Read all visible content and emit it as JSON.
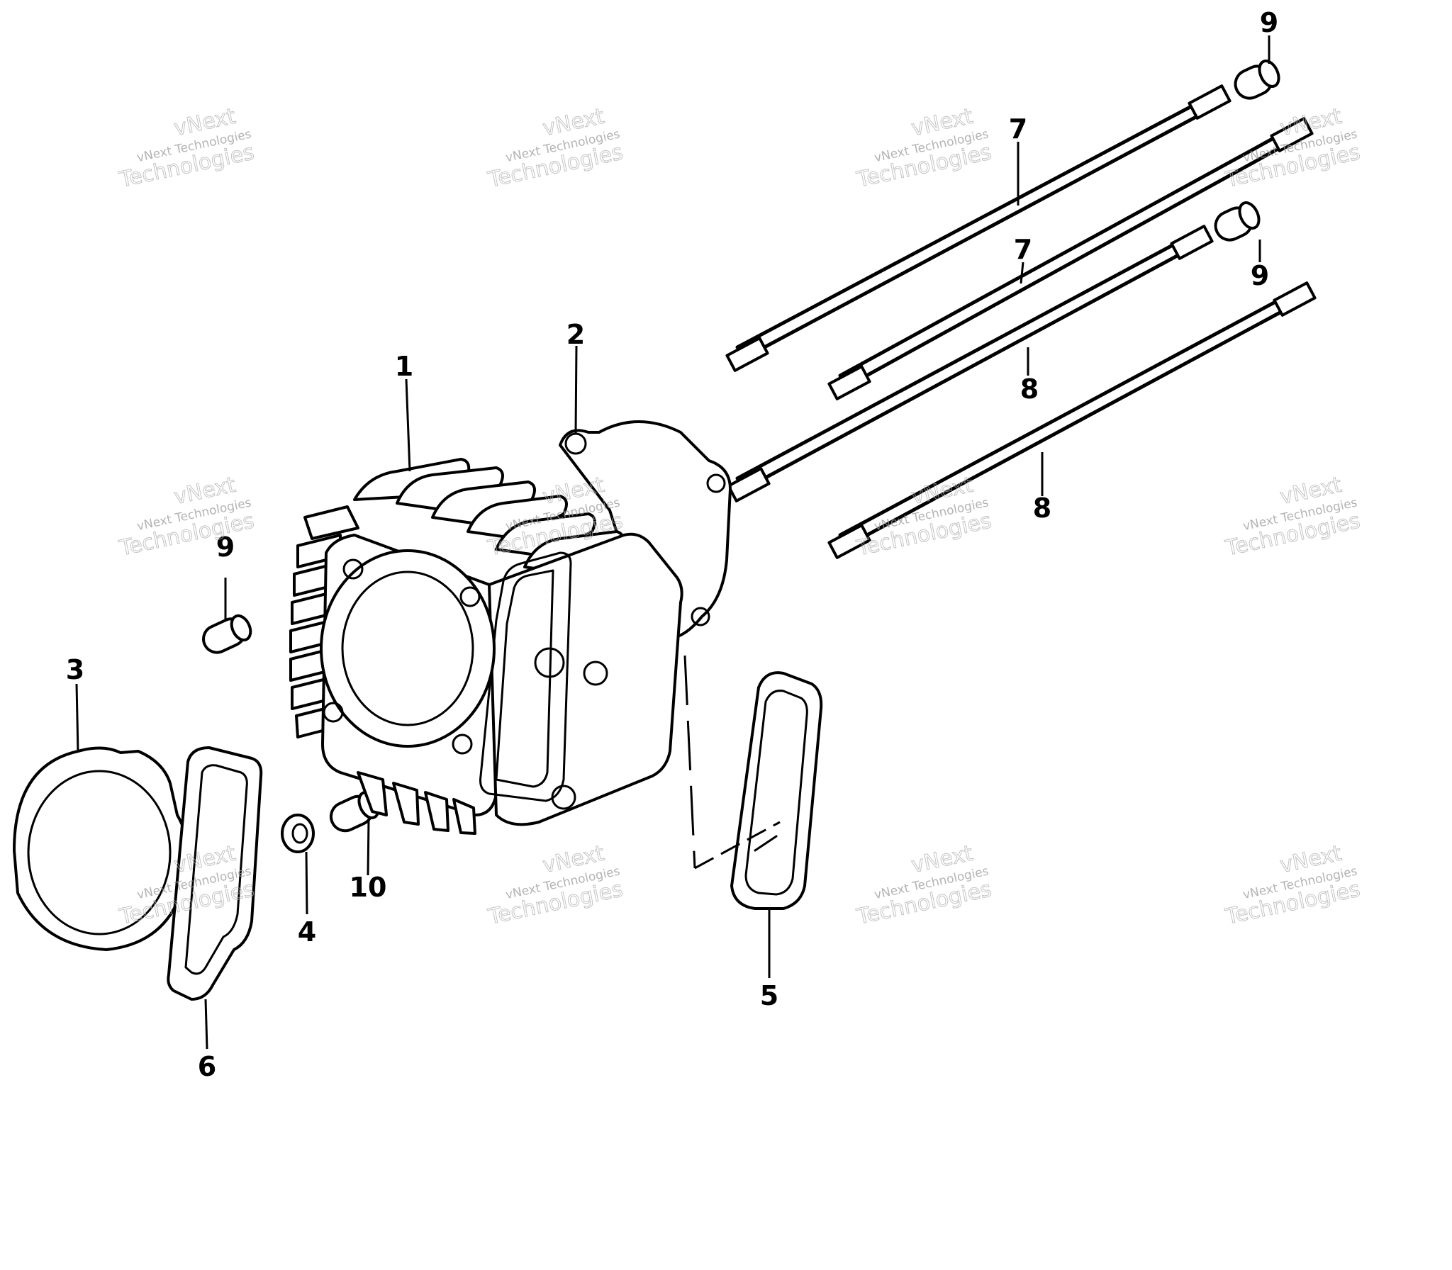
{
  "diagram": {
    "callouts": [
      "1",
      "2",
      "3",
      "4",
      "5",
      "6",
      "7",
      "7",
      "8",
      "8",
      "9",
      "9",
      "9",
      "10"
    ]
  },
  "watermark": {
    "line1": "vNext",
    "line2": "vNext Technologies",
    "line3": "Technologies"
  },
  "colors": {
    "ink": "#000000",
    "watermark": "#9a9a9a",
    "background": "#ffffff"
  }
}
